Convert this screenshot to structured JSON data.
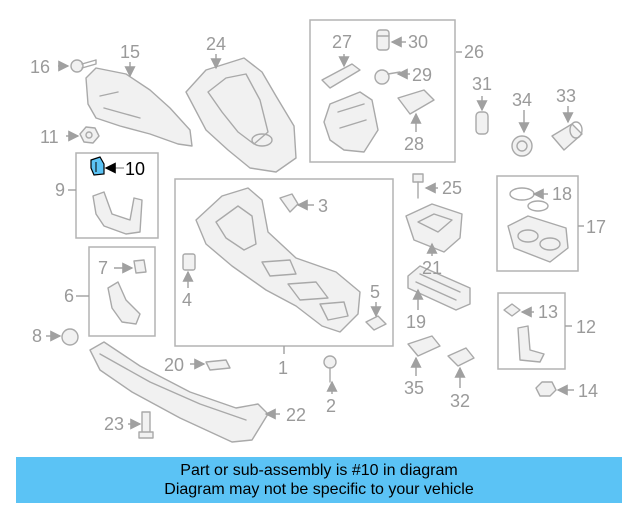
{
  "diagram": {
    "labels": {
      "n1": "1",
      "n2": "2",
      "n3": "3",
      "n4": "4",
      "n5": "5",
      "n6": "6",
      "n7": "7",
      "n8": "8",
      "n9": "9",
      "n10": "10",
      "n11": "11",
      "n12": "12",
      "n13": "13",
      "n14": "14",
      "n15": "15",
      "n16": "16",
      "n17": "17",
      "n18": "18",
      "n19": "19",
      "n20": "20",
      "n21": "21",
      "n22": "22",
      "n23": "23",
      "n24": "24",
      "n25": "25",
      "n26": "26",
      "n27": "27",
      "n28": "28",
      "n29": "29",
      "n30": "30",
      "n31": "31",
      "n32": "32",
      "n33": "33",
      "n34": "34",
      "n35": "35"
    },
    "highlight_color": "#5bc3f5"
  },
  "banner": {
    "line1": "Part or sub-assembly is #10 in diagram",
    "line2": "Diagram may not be specific to your vehicle",
    "color": "#5bc3f5"
  }
}
